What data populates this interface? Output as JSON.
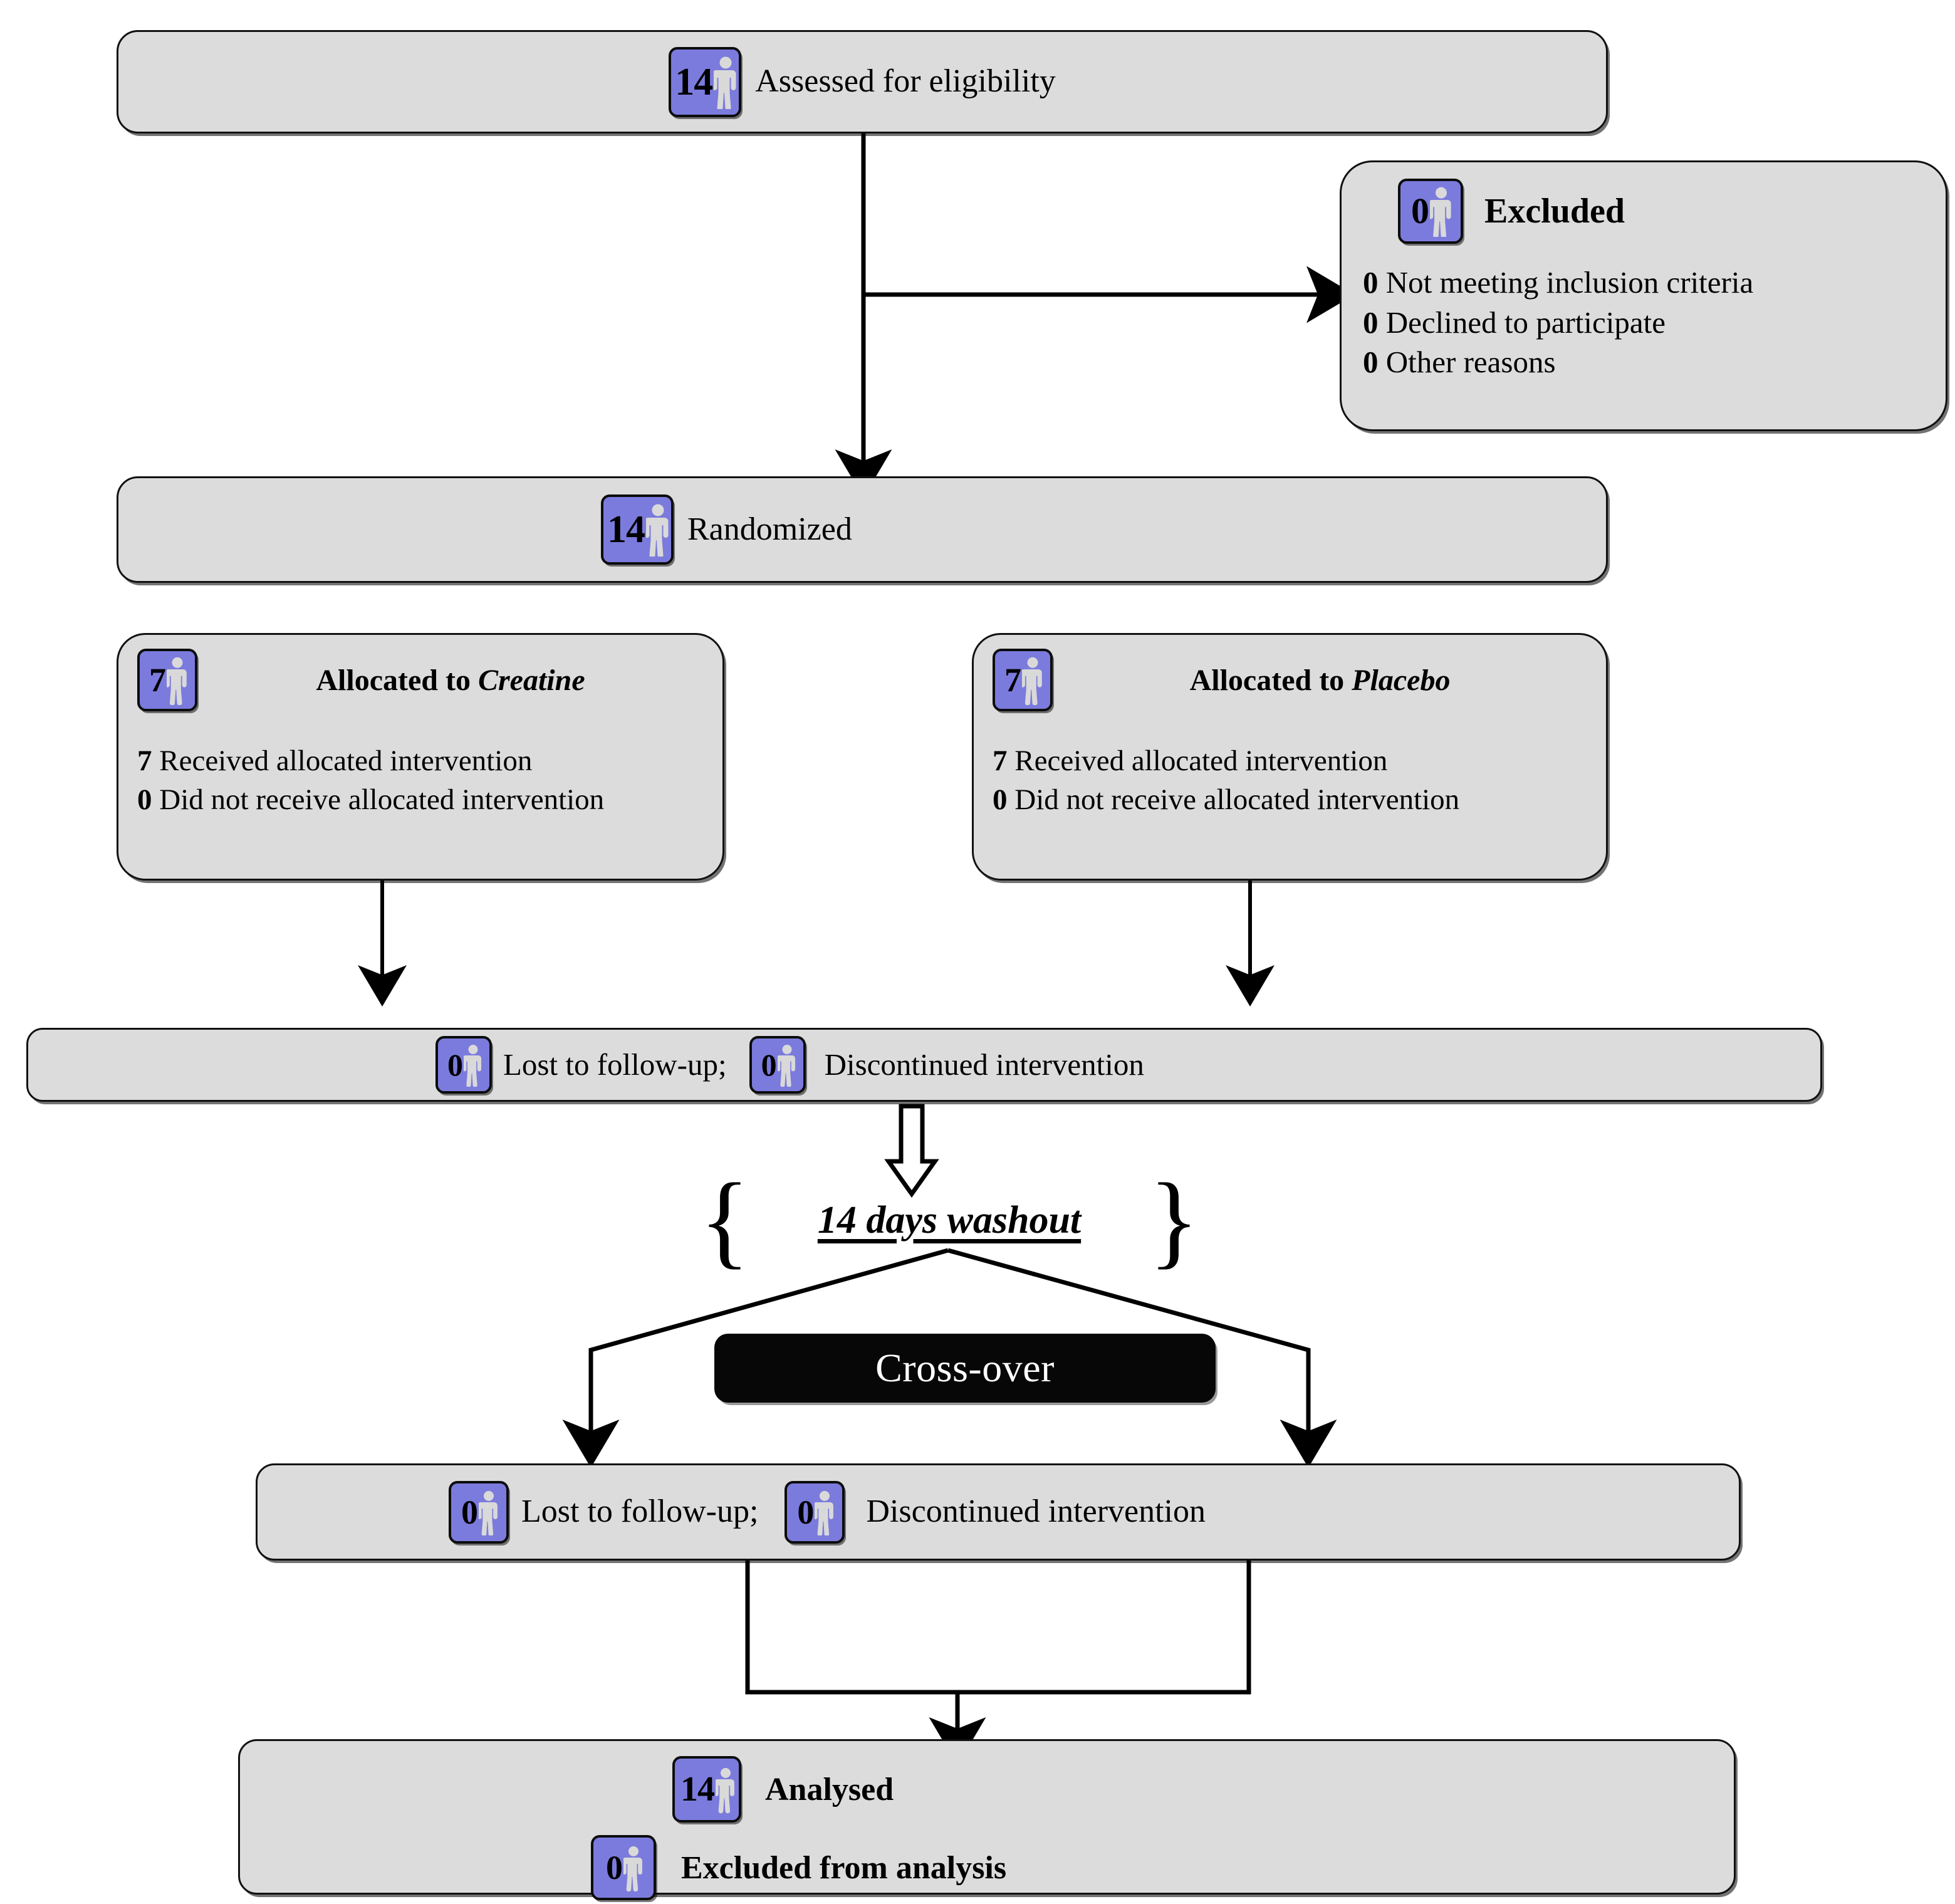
{
  "diagram": {
    "title": "CONSORT cross-over trial flow diagram",
    "colors": {
      "badge_purple": "#7b7bdd",
      "node_gray": "#dcdcdc",
      "border_black": "#111111",
      "crossover_black": "#070707",
      "person_icon": "#d9d9d9"
    },
    "icon_names": {
      "person": "person-icon",
      "arrow_down": "arrow-down-icon",
      "hollow_arrow_down": "hollow-arrow-down-icon",
      "brace_left": "brace-left-icon",
      "brace_right": "brace-right-icon"
    }
  },
  "eligibility": {
    "count": "14",
    "label": "Assessed for eligibility"
  },
  "excluded": {
    "count": "0",
    "heading": "Excluded",
    "reasons": [
      {
        "count": "0",
        "text": "Not meeting inclusion criteria"
      },
      {
        "count": "0",
        "text": "Declined to participate"
      },
      {
        "count": "0",
        "text": "Other reasons"
      }
    ]
  },
  "randomized": {
    "count": "14",
    "label": "Randomized"
  },
  "allocation": {
    "left": {
      "count": "7",
      "title_prefix": "Allocated to ",
      "title_arm": "Creatine",
      "lines": [
        {
          "count": "7",
          "text": "Received allocated intervention"
        },
        {
          "count": "0",
          "text": "Did not receive allocated intervention"
        }
      ]
    },
    "right": {
      "count": "7",
      "title_prefix": "Allocated to ",
      "title_arm": "Placebo",
      "lines": [
        {
          "count": "7",
          "text": " Received allocated intervention"
        },
        {
          "count": "0",
          "text": "Did not receive allocated intervention"
        }
      ]
    }
  },
  "followup_period1": {
    "lost_count": "0",
    "lost_label": "Lost to follow-up;",
    "disc_count": "0",
    "disc_label": "Discontinued intervention"
  },
  "washout": {
    "brace_left": "{",
    "brace_right": "}",
    "label": "14 days washout"
  },
  "crossover": {
    "label": "Cross-over"
  },
  "followup_period2": {
    "lost_count": "0",
    "lost_label": "Lost to follow-up;",
    "disc_count": "0",
    "disc_label": "Discontinued intervention"
  },
  "analysis": {
    "analysed_count": "14",
    "analysed_label": "Analysed",
    "excluded_count": "0",
    "excluded_label": "Excluded from analysis"
  }
}
